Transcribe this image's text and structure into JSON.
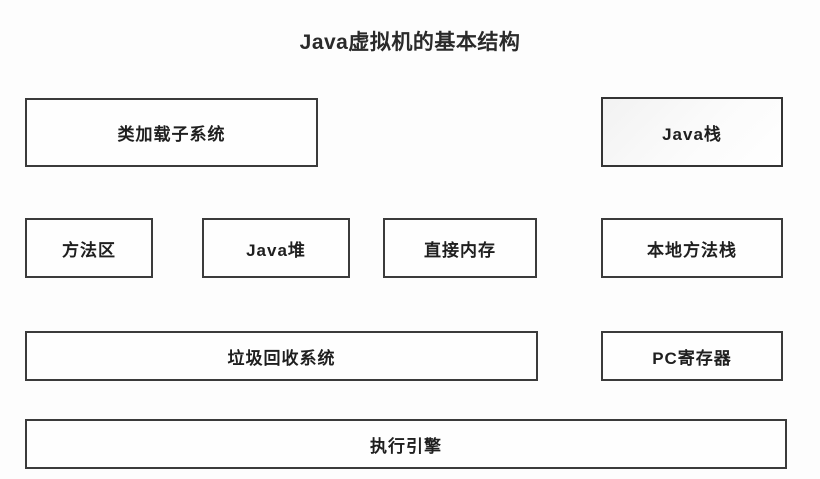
{
  "diagram": {
    "title": "Java虚拟机的基本结构",
    "type": "block-diagram",
    "background_color": "#fdfdfd",
    "border_color": "#3b3b3b",
    "text_color": "#1f1f1f",
    "rows": [
      {
        "row": 1,
        "nodes": [
          {
            "id": "classloader",
            "label": "类加载子系统",
            "shaded": false
          },
          {
            "id": "javastack",
            "label": "Java栈",
            "shaded": true
          }
        ]
      },
      {
        "row": 2,
        "nodes": [
          {
            "id": "methodarea",
            "label": "方法区",
            "shaded": false
          },
          {
            "id": "javaheap",
            "label": "Java堆",
            "shaded": false
          },
          {
            "id": "directmemory",
            "label": "直接内存",
            "shaded": false
          },
          {
            "id": "nativestack",
            "label": "本地方法栈",
            "shaded": false
          }
        ]
      },
      {
        "row": 3,
        "nodes": [
          {
            "id": "gcsystem",
            "label": "垃圾回收系统",
            "shaded": false
          },
          {
            "id": "pcregister",
            "label": "PC寄存器",
            "shaded": false
          }
        ]
      },
      {
        "row": 4,
        "nodes": [
          {
            "id": "executionengine",
            "label": "执行引擎",
            "shaded": false
          }
        ]
      }
    ],
    "labels": {
      "classloader": "类加载子系统",
      "javastack": "Java栈",
      "methodarea": "方法区",
      "javaheap": "Java堆",
      "directmemory": "直接内存",
      "nativestack": "本地方法栈",
      "gcsystem": "垃圾回收系统",
      "pcregister": "PC寄存器",
      "executionengine": "执行引擎"
    }
  }
}
